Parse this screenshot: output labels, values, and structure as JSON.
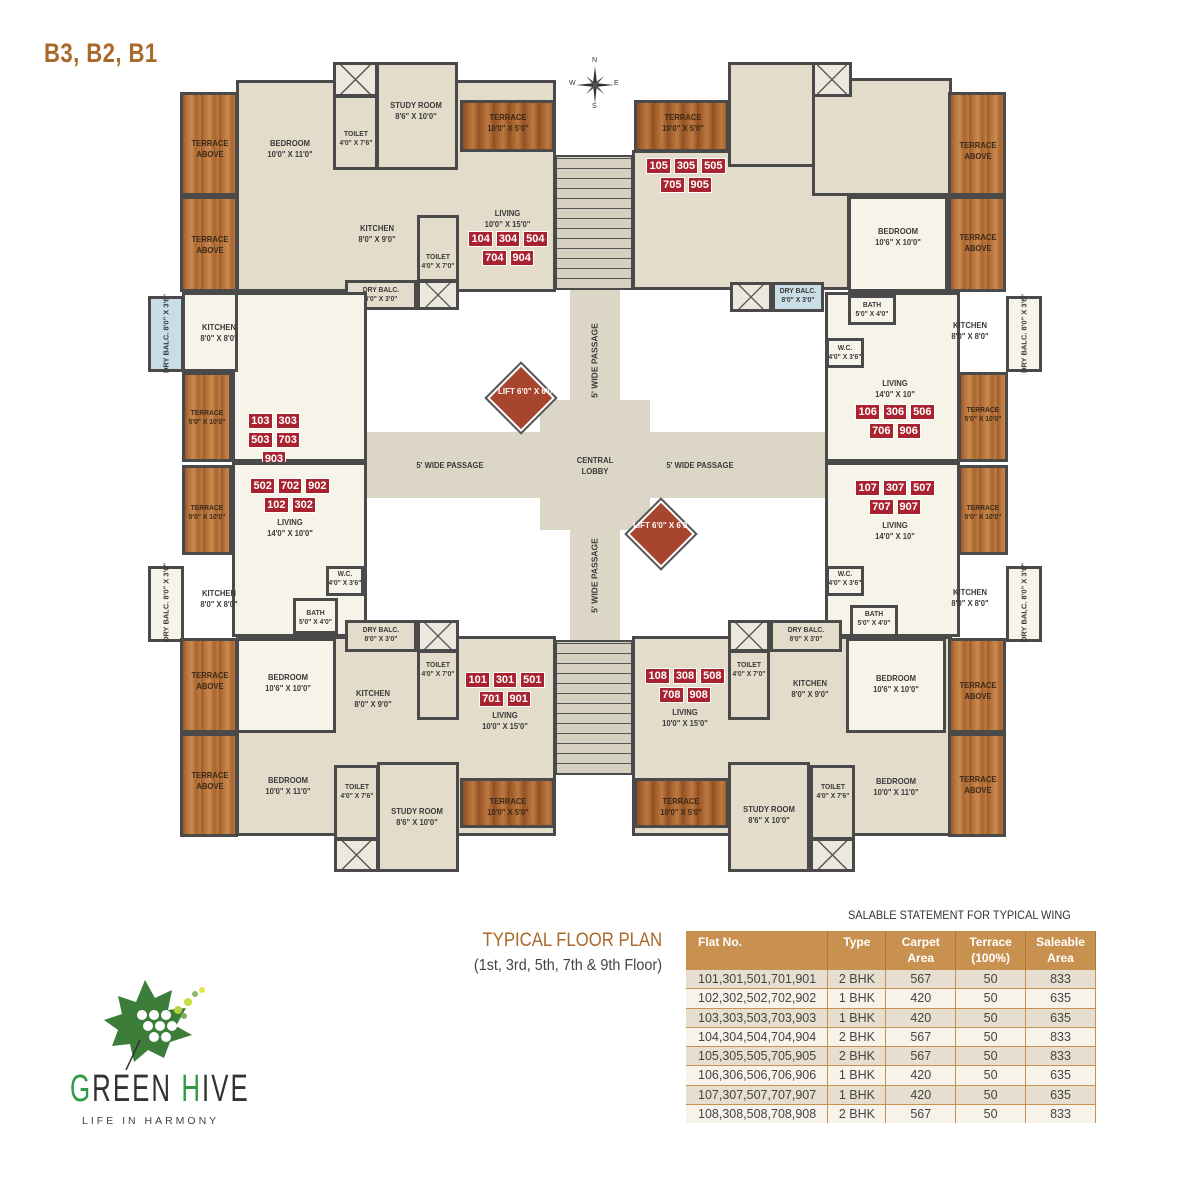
{
  "header": {
    "wing_title": "B3, B2, B1"
  },
  "compass": {
    "n": "N",
    "s": "S",
    "e": "E",
    "w": "W"
  },
  "plan": {
    "lobby": {
      "central": "CENTRAL\nLOBBY",
      "passage_left": "5' WIDE PASSAGE",
      "passage_right": "5' WIDE PASSAGE",
      "passage_top": "5' WIDE PASSAGE",
      "passage_bottom": "5' WIDE PASSAGE",
      "lift_top": "LIFT\n6'0\" X 6'0\"",
      "lift_bottom": "LIFT\n6'0\" X 6'0\""
    },
    "units": {
      "u104": {
        "flats": [
          "104",
          "304",
          "504",
          "704",
          "904"
        ],
        "living": "LIVING\n10'0\" X 15'0\"",
        "bedroom": "BEDROOM\n10'0\" X 11'0\"",
        "study": "STUDY ROOM\n8'6\" X 10'0\"",
        "toilet1": "TOILET\n4'0\" X 7'6\"",
        "toilet2": "TOILET\n4'0\" X 7'0\"",
        "kitchen": "KITCHEN\n8'0\" X 9'0\"",
        "dry_balc": "DRY BALC.\n8'0\" X 3'0\"",
        "terrace": "TERRACE\n10'0\" X 5'0\"",
        "terrace_above1": "TERRACE\nABOVE",
        "terrace_above2": "TERRACE\nABOVE"
      },
      "u105": {
        "flats": [
          "105",
          "305",
          "505",
          "705",
          "905"
        ],
        "terrace": "TERRACE\n10'0\" X 5'0\"",
        "bedroom": "BEDROOM\n10'6\" X 10'0\"",
        "dry_balc": "DRY BALC.\n8'0\" X 3'0\"",
        "terrace_above1": "TERRACE\nABOVE",
        "terrace_above2": "TERRACE\nABOVE"
      },
      "u103": {
        "flats": [
          "103",
          "303",
          "503",
          "703",
          "903"
        ],
        "kitchen": "KITCHEN\n8'0\" X 8'0\"",
        "dry_balc": "DRY BALC.\n8'0\" X 3'6\"",
        "terrace": "TERRACE\n5'0\" X 10'0\""
      },
      "u102": {
        "flats": [
          "502",
          "702",
          "902",
          "102",
          "302"
        ],
        "living": "LIVING\n14'0\" X 10'0\"",
        "kitchen": "KITCHEN\n8'0\" X 8'0\"",
        "dry_balc": "DRY BALC.\n8'0\" X 3'6\"",
        "terrace": "TERRACE\n5'0\" X 10'0\"",
        "wc": "W.C.\n4'0\" X 3'6\"",
        "bath": "BATH\n5'0\" X 4'0\""
      },
      "u106": {
        "flats": [
          "106",
          "306",
          "506",
          "706",
          "906"
        ],
        "living": "LIVING\n14'0\" X 10\"",
        "kitchen": "KITCHEN\n8'0\" X 8'0\"",
        "dry_balc": "DRY BALC.\n8'0\" X 3'6\"",
        "terrace": "TERRACE\n5'0\" X 10'0\"",
        "wc": "W.C.\n4'0\" X 3'6\"",
        "bath": "BATH\n5'0\" X 4'0\""
      },
      "u107": {
        "flats": [
          "107",
          "307",
          "507",
          "707",
          "907"
        ],
        "living": "LIVING\n14'0\" X 10\"",
        "kitchen": "KITCHEN\n8'0\" X 8'0\"",
        "dry_balc": "DRY BALC.\n8'0\" X 3'6\"",
        "terrace": "TERRACE\n5'0\" X 10'0\"",
        "wc": "W.C.\n4'0\" X 3'6\"",
        "bath": "BATH\n5'0\" X 4'0\""
      },
      "u101": {
        "flats": [
          "101",
          "301",
          "501",
          "701",
          "901"
        ],
        "living": "LIVING\n10'0\" X 15'0\"",
        "bedroom1": "BEDROOM\n10'6\" X 10'0\"",
        "bedroom2": "BEDROOM\n10'0\" X 11'0\"",
        "study": "STUDY ROOM\n8'6\" X 10'0\"",
        "toilet1": "TOILET\n4'0\" X 7'0\"",
        "toilet2": "TOILET\n4'0\" X 7'6\"",
        "kitchen": "KITCHEN\n8'0\" X 9'0\"",
        "dry_balc": "DRY BALC.\n8'0\" X 3'0\"",
        "terrace": "TERRACE\n10'0\" X 5'0\"",
        "terrace_above1": "TERRACE\nABOVE",
        "terrace_above2": "TERRACE\nABOVE"
      },
      "u108": {
        "flats": [
          "108",
          "308",
          "508",
          "708",
          "908"
        ],
        "living": "LIVING\n10'0\" X 15'0\"",
        "bedroom1": "BEDROOM\n10'6\" X 10'0\"",
        "bedroom2": "BEDROOM\n10'0\" X 11'0\"",
        "study": "STUDY ROOM\n8'6\" X 10'0\"",
        "toilet1": "TOILET\n4'0\" X 7'0\"",
        "toilet2": "TOILET\n4'0\" X 7'6\"",
        "kitchen": "KITCHEN\n8'0\" X 9'0\"",
        "dry_balc": "DRY BALC.\n8'0\" X 3'0\"",
        "terrace": "TERRACE\n10'0\" X 5'0\"",
        "terrace_above1": "TERRACE\nABOVE",
        "terrace_above2": "TERRACE\nABOVE"
      }
    }
  },
  "floor_plan_info": {
    "title": "TYPICAL FLOOR PLAN",
    "subtitle": "(1st, 3rd, 5th, 7th & 9th  Floor)"
  },
  "logo": {
    "name_g": "G",
    "name_reen": "REEN ",
    "name_h": "H",
    "name_ive": "IVE",
    "tagline": "LIFE IN HARMONY"
  },
  "salable_table": {
    "caption": "SALABLE STATEMENT FOR TYPICAL WING",
    "headers": [
      "Flat No.",
      "Type",
      "Carpet Area",
      "Terrace (100%)",
      "Saleable Area"
    ],
    "rows": [
      [
        "101,301,501,701,901",
        "2 BHK",
        "567",
        "50",
        "833"
      ],
      [
        "102,302,502,702,902",
        "1 BHK",
        "420",
        "50",
        "635"
      ],
      [
        "103,303,503,703,903",
        "1 BHK",
        "420",
        "50",
        "635"
      ],
      [
        "104,304,504,704,904",
        "2 BHK",
        "567",
        "50",
        "833"
      ],
      [
        "105,305,505,705,905",
        "2 BHK",
        "567",
        "50",
        "833"
      ],
      [
        "106,306,506,706,906",
        "1 BHK",
        "420",
        "50",
        "635"
      ],
      [
        "107,307,507,707,907",
        "1 BHK",
        "420",
        "50",
        "635"
      ],
      [
        "108,308,508,708,908",
        "2 BHK",
        "567",
        "50",
        "833"
      ]
    ]
  },
  "colors": {
    "accent": "#a8692a",
    "table_header": "#c9914f",
    "flat_badge": "#a8232f",
    "lift": "#a8452e",
    "logo_green": "#2e9a45"
  }
}
